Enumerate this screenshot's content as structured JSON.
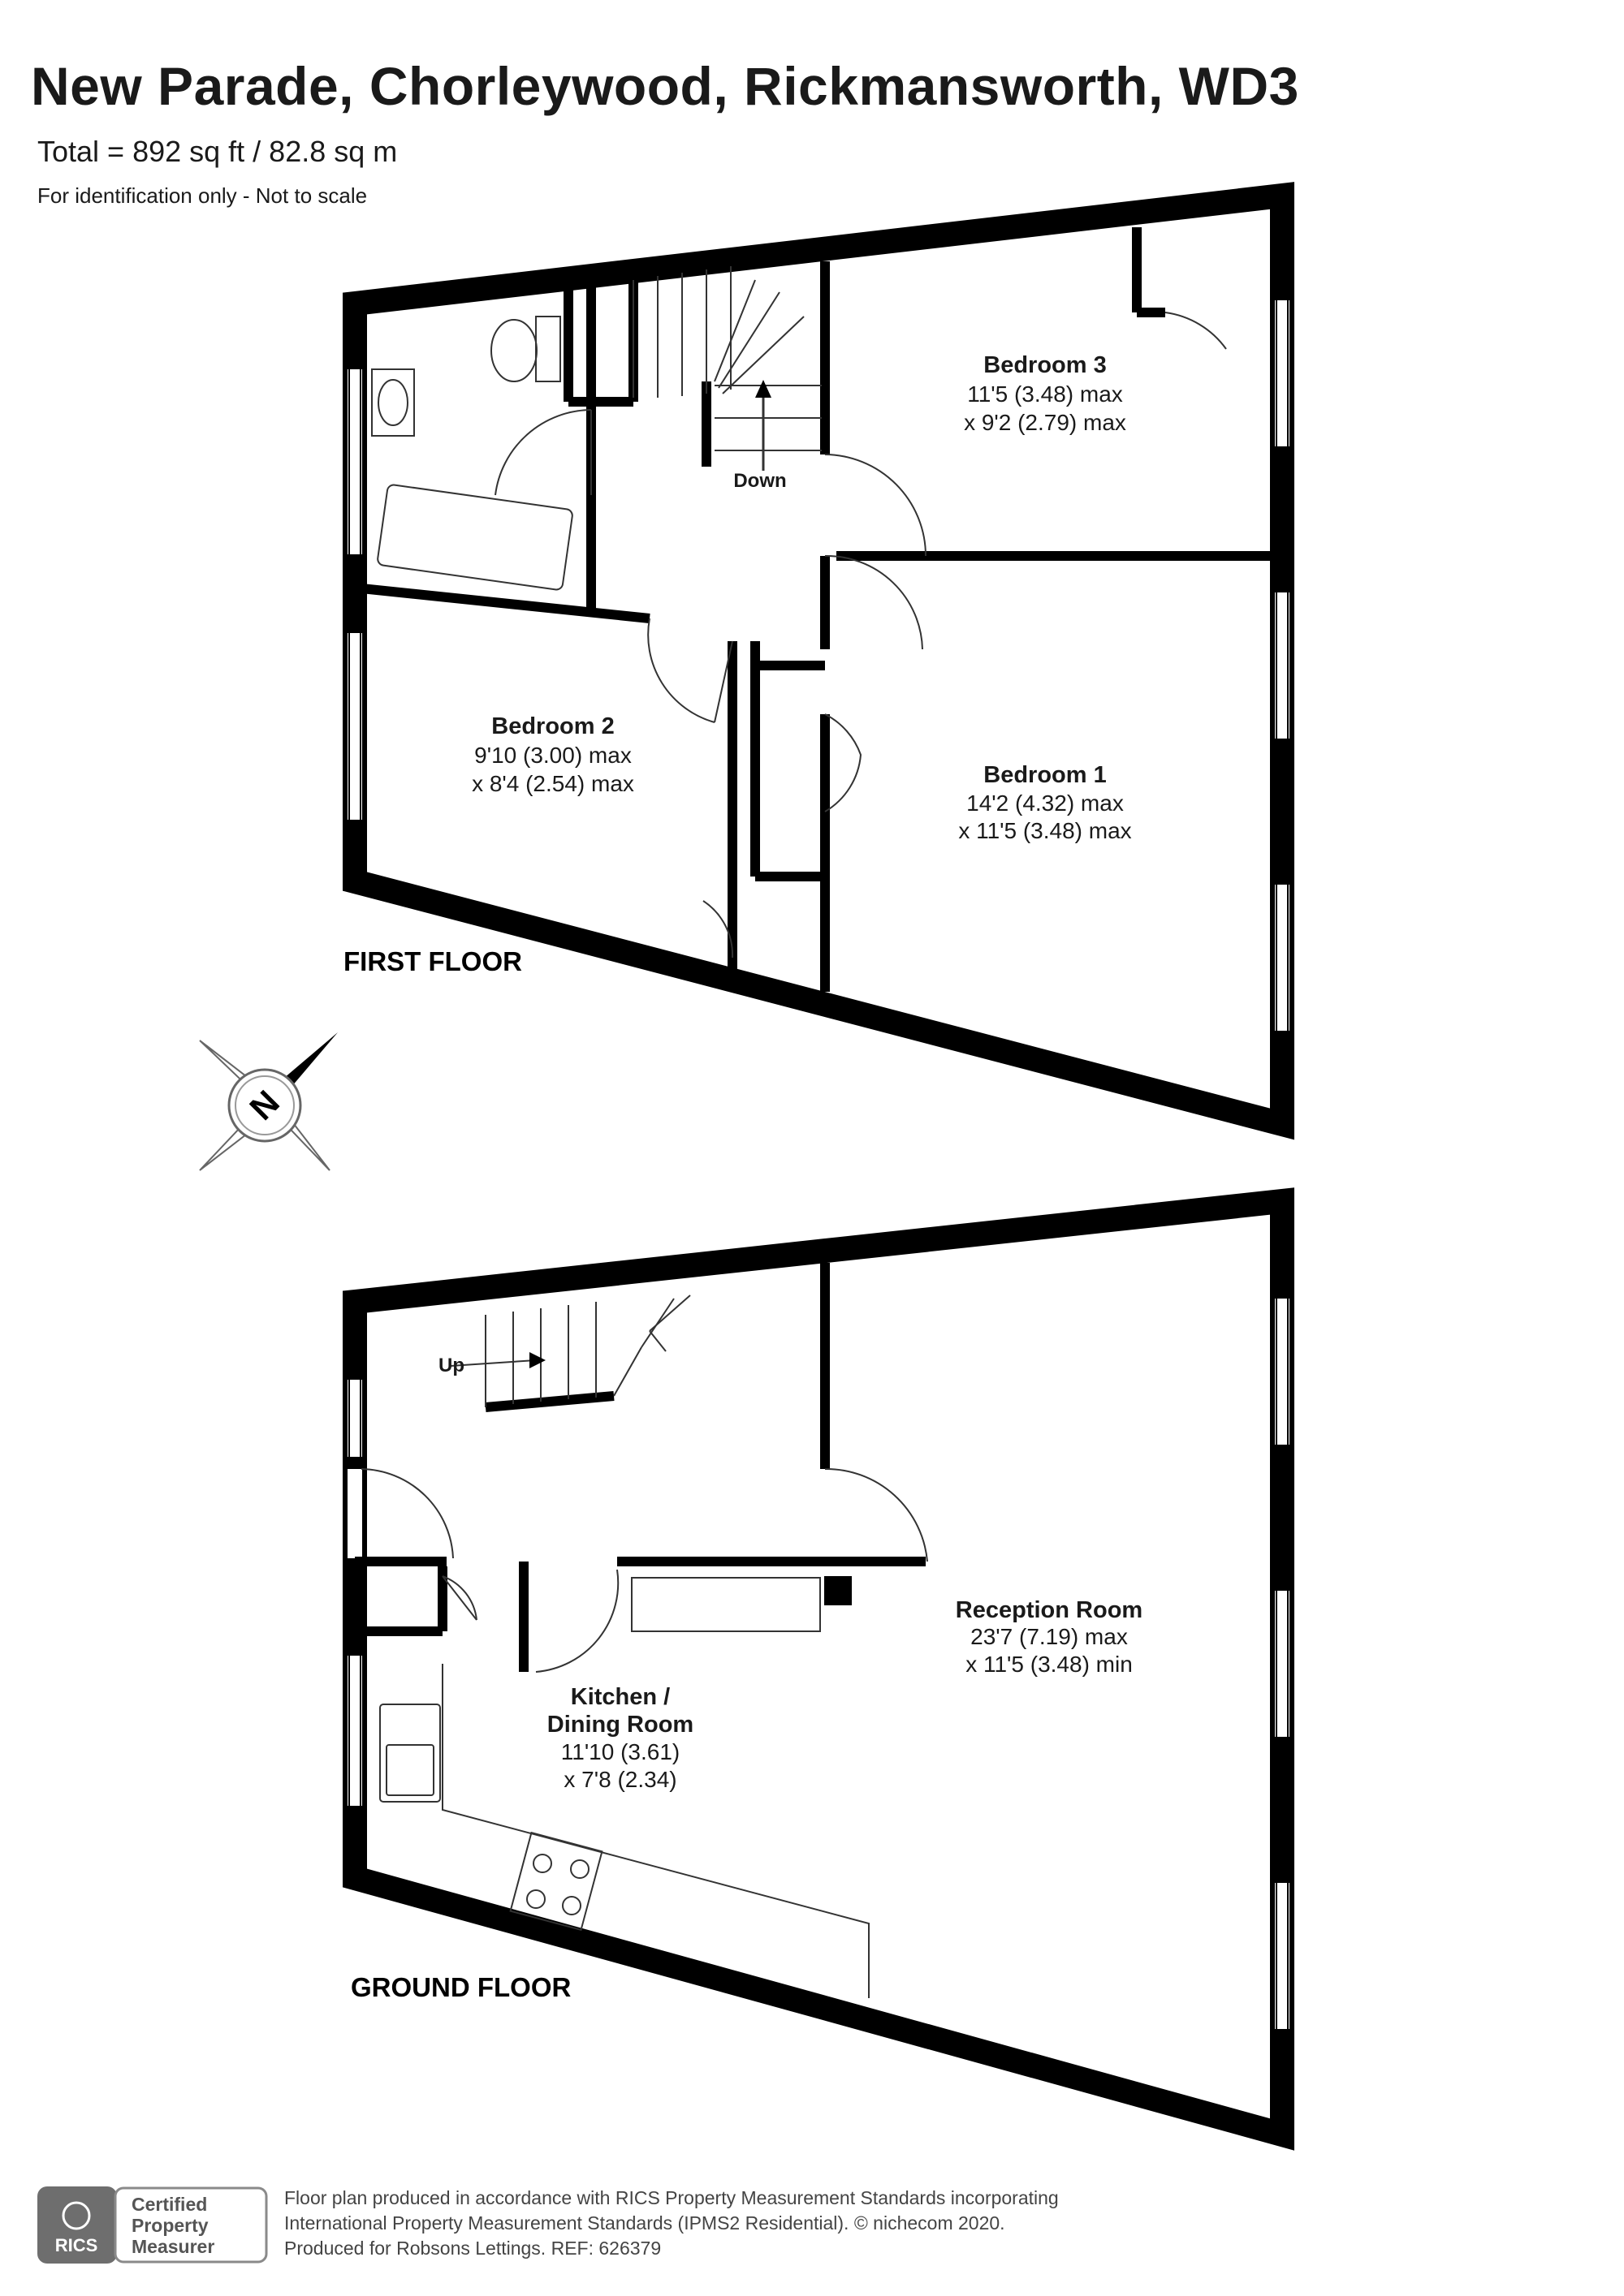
{
  "header": {
    "title": "New Parade, Chorleywood, Rickmansworth, WD3",
    "total": "Total = 892 sq ft / 82.8 sq m",
    "note": "For identification only - Not to scale"
  },
  "first_floor": {
    "label": "FIRST FLOOR",
    "stairs_label": "Down",
    "rooms": [
      {
        "name": "Bedroom 3",
        "dim1": "11'5 (3.48) max",
        "dim2": "x 9'2 (2.79) max"
      },
      {
        "name": "Bedroom 2",
        "dim1": "9'10 (3.00) max",
        "dim2": "x 8'4 (2.54) max"
      },
      {
        "name": "Bedroom 1",
        "dim1": "14'2 (4.32) max",
        "dim2": "x 11'5 (3.48) max"
      }
    ]
  },
  "ground_floor": {
    "label": "GROUND FLOOR",
    "stairs_label": "Up",
    "rooms": [
      {
        "name": "Reception Room",
        "dim1": "23'7 (7.19) max",
        "dim2": "x 11'5 (3.48) min"
      },
      {
        "name_line1": "Kitchen /",
        "name_line2": "Dining Room",
        "dim1": "11'10 (3.61)",
        "dim2": "x 7'8 (2.34)"
      }
    ]
  },
  "compass": {
    "letter": "N",
    "icon": "compass-north-icon"
  },
  "badge": {
    "org": "RICS",
    "line1": "Certified",
    "line2": "Property",
    "line3": "Measurer"
  },
  "footer": {
    "line1": "Floor plan produced in accordance with RICS Property Measurement Standards incorporating",
    "line2": "International Property Measurement Standards (IPMS2 Residential).   © nichecom 2020.",
    "line3": "Produced for Robsons Lettings.   REF:  626379"
  },
  "colors": {
    "wall": "#000000",
    "line": "#333333",
    "text": "#1a1a1a"
  }
}
